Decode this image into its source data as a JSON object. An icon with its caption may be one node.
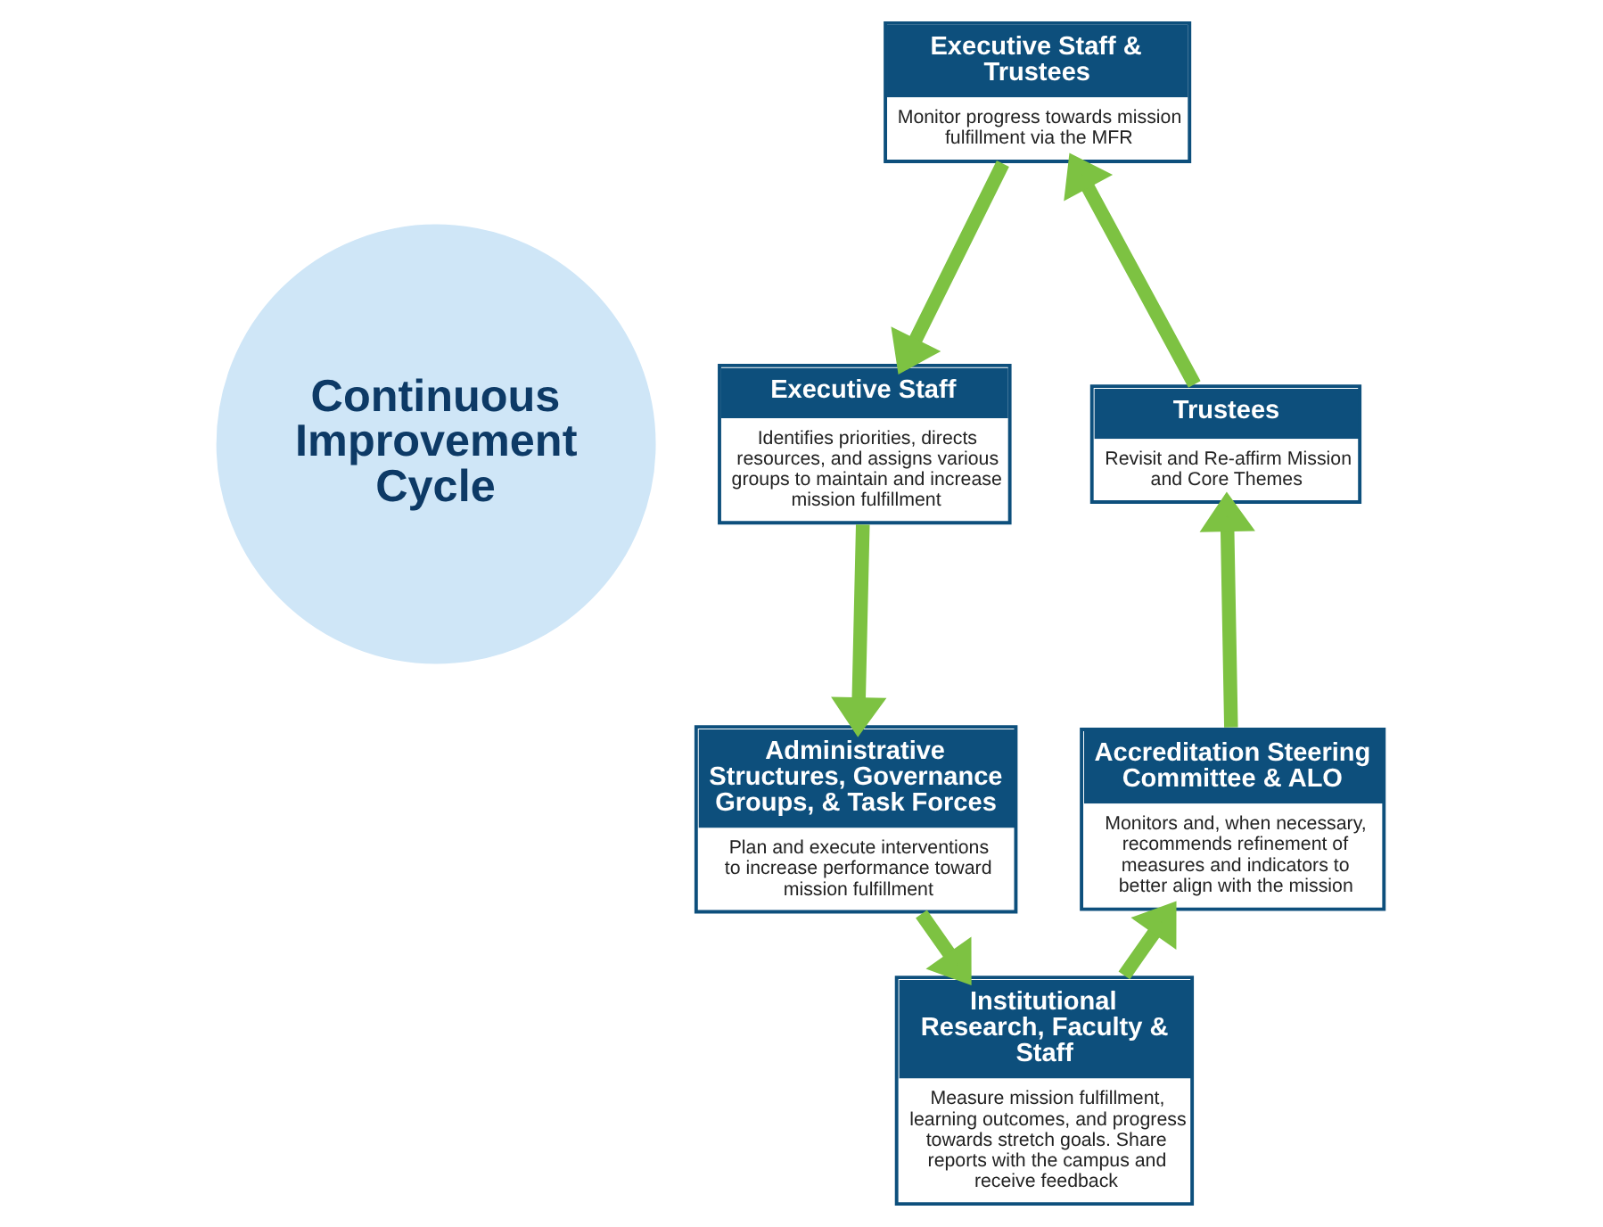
{
  "diagram": {
    "nodes": [
      {
        "text": [
          "Continuous Improvement Cycle"
        ]
      },
      {
        "text": [
          "Executive Staff & Trustees",
          "Monitor progress towards mission fulfillment via the MFR"
        ]
      },
      {
        "text": [
          "Executive Staff",
          "Identifies priorities, directs resources, and assigns various groups to maintain and increase mission fulfillment"
        ]
      },
      {
        "text": [
          "Administrative Structures, Governance Groups, & Task Forces",
          "Plan and execute interventions to increase performance toward mission fulfillment"
        ]
      },
      {
        "text": [
          "Institutional Research, Faculty & Staff",
          "Measure mission fulfillment, learning outcomes, and progress towards stretch goals. Share reports with the campus and receive feedback"
        ]
      },
      {
        "text": [
          "Accreditation Steering Committee & ALO",
          "Monitors and, when necessary, recommends refinement of measures and indicators to better align with the mission"
        ]
      },
      {
        "text": [
          "Trustees",
          "Revisit and Re-affirm Mission and Core Themes"
        ]
      }
    ],
    "edges": [
      {
        "from": 1,
        "to": 2,
        "arrow": "to"
      },
      {
        "from": 2,
        "to": 3,
        "arrow": "to"
      },
      {
        "from": 3,
        "to": 4,
        "arrow": "to"
      },
      {
        "from": 4,
        "to": 5,
        "arrow": "to"
      },
      {
        "from": 5,
        "to": 6,
        "arrow": "to"
      },
      {
        "from": 6,
        "to": 1,
        "arrow": "to"
      }
    ]
  }
}
